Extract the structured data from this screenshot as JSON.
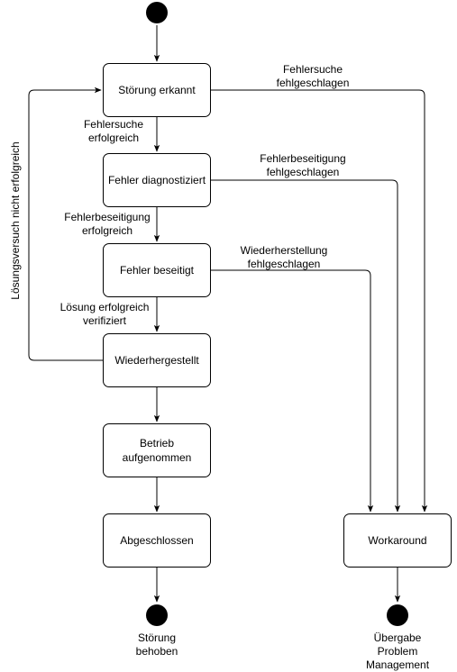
{
  "states": {
    "stoerung_erkannt": "Störung erkannt",
    "fehler_diagnostiziert": "Fehler diagnostiziert",
    "fehler_beseitigt": "Fehler beseitigt",
    "wiederhergestellt": "Wiederhergestellt",
    "betrieb_aufgenommen": "Betrieb\naufgenommen",
    "abgeschlossen": "Abgeschlossen",
    "workaround": "Workaround"
  },
  "transitions": {
    "fehlersuche_erfolgreich": "Fehlersuche\nerfolgreich",
    "fehlerbeseitigung_erfolgreich": "Fehlerbeseitigung\nerfolgreich",
    "loesung_verifiziert": "Lösung erfolgreich\nverifiziert",
    "fehlersuche_fehlgeschlagen": "Fehlersuche\nfehlgeschlagen",
    "fehlerbeseitigung_fehlgeschlagen": "Fehlerbeseitigung\nfehlgeschlagen",
    "wiederherstellung_fehlgeschlagen": "Wiederherstellung\nfehlgeschlagen",
    "loesungsversuch_nicht_erfolgreich": "Lösungsversuch nicht erfolgreich"
  },
  "end_states": {
    "stoerung_behoben": "Störung\nbehoben",
    "uebergabe_problem_management": "Übergabe\nProblem Management"
  }
}
